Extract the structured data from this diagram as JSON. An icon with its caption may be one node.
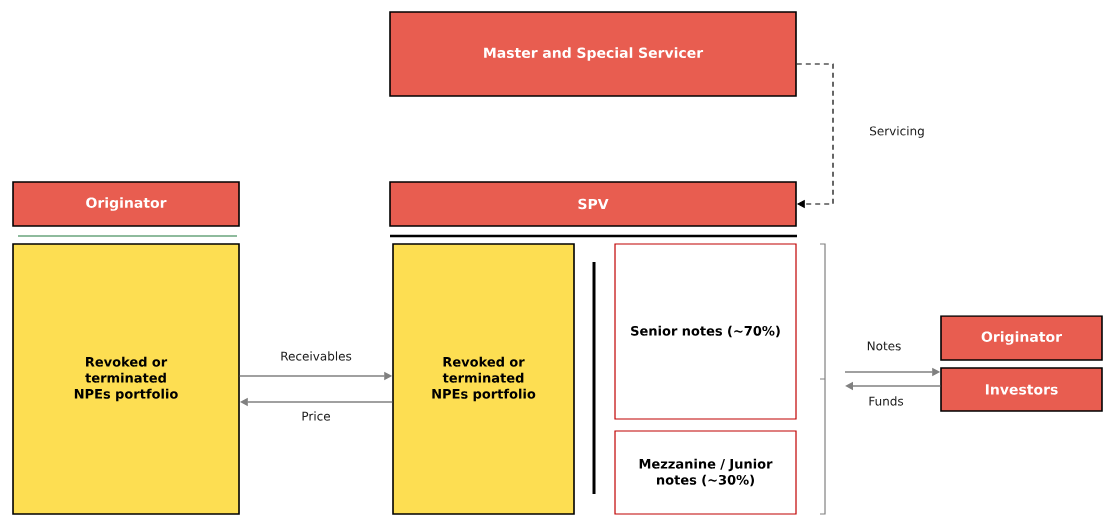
{
  "diagram": {
    "nodes": [
      {
        "text": [
          "Master and Special Servicer"
        ]
      },
      {
        "text": [
          "Originator"
        ]
      },
      {
        "text": [
          "SPV"
        ]
      },
      {
        "text": [
          "Revoked or terminated NPEs portfolio"
        ]
      },
      {
        "text": [
          "Revoked or terminated NPEs portfolio"
        ]
      },
      {
        "text": [
          "Senior notes (~70%)"
        ]
      },
      {
        "text": [
          "Mezzanine / Junior notes (~30%)"
        ]
      },
      {
        "text": [
          "Originator"
        ]
      },
      {
        "text": [
          "Investors"
        ]
      }
    ],
    "edges": [
      {
        "from": 0,
        "to": 2,
        "arrow": "to",
        "label": "Servicing",
        "style": "dashed",
        "color": "#000000"
      },
      {
        "from": 3,
        "to": 4,
        "arrow": "to",
        "label": "Receivables"
      },
      {
        "from": 4,
        "to": 3,
        "arrow": "to",
        "label": "Price"
      },
      {
        "from": null,
        "to": 7,
        "arrow": "to",
        "label": "Notes"
      },
      {
        "from": 8,
        "to": null,
        "arrow": "to",
        "label": "Funds"
      }
    ]
  }
}
